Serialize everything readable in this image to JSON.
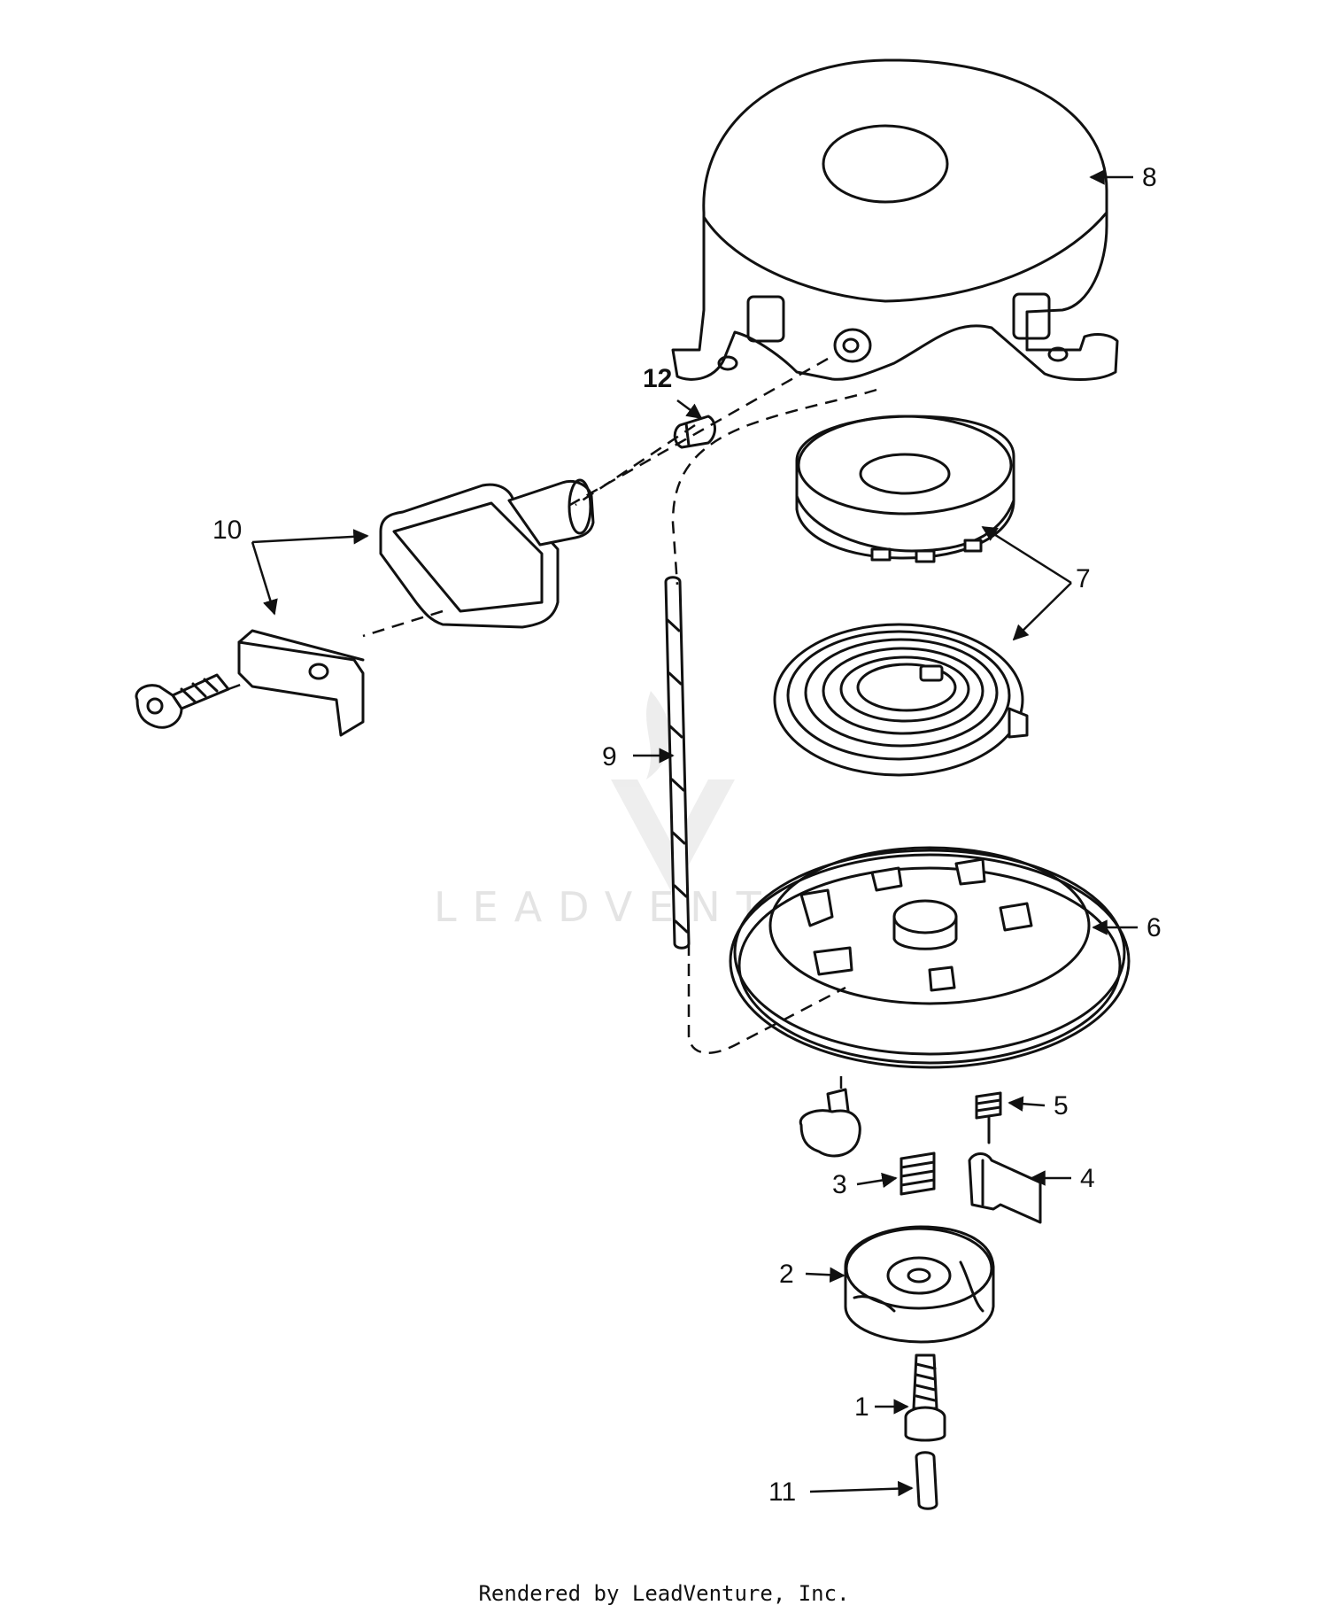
{
  "watermark": {
    "text": "LEADVENTURE"
  },
  "callouts": {
    "c1": "1",
    "c2": "2",
    "c3": "3",
    "c4": "4",
    "c5": "5",
    "c6": "6",
    "c7": "7",
    "c8": "8",
    "c9": "9",
    "c10": "10",
    "c11": "11",
    "c12": "12"
  },
  "footer": {
    "text": "Rendered by LeadVenture, Inc."
  }
}
